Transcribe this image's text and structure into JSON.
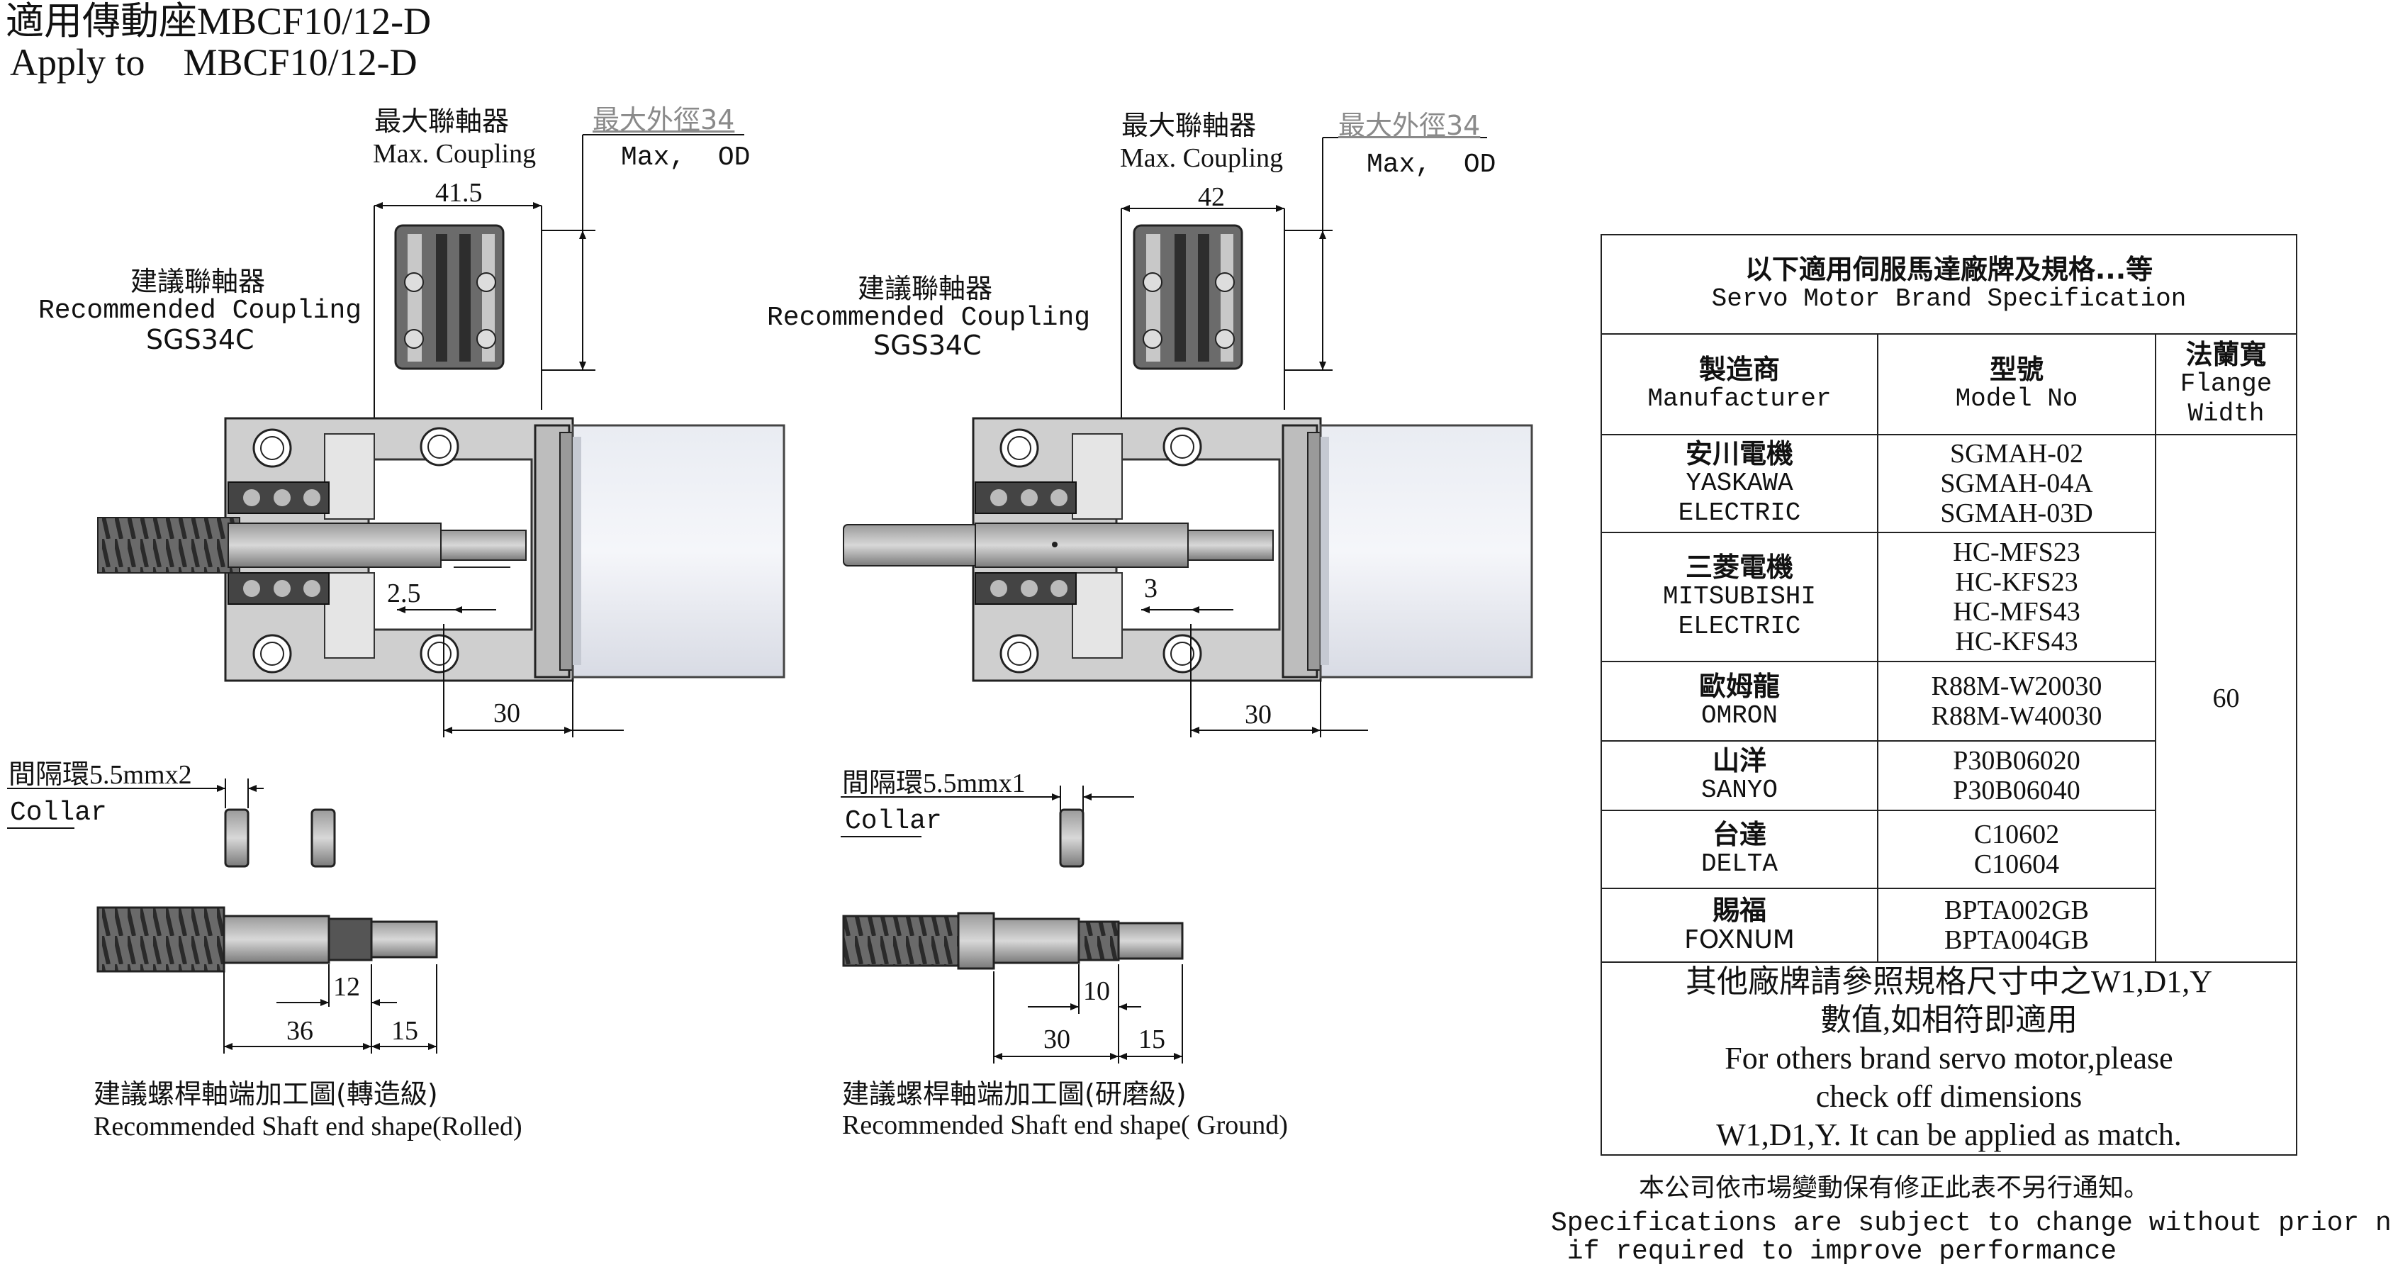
{
  "header": {
    "title_zh": "適用傳動座MBCF10/12-D",
    "title_en": "Apply to    MBCF10/12-D"
  },
  "left_view": {
    "max_coupling_zh": "最大聯軸器",
    "max_coupling_en": "Max. Coupling",
    "max_od_zh": "最大外徑34",
    "max_od_en": "Max,  OD",
    "coupling_width": "41.5",
    "rec_coupling_zh": "建議聯軸器",
    "rec_coupling_en": "Recommended Coupling",
    "rec_coupling_model": "SGS34C",
    "gap_dim": "2.5",
    "depth_dim": "30",
    "collar_zh": "間隔環5.5mmx2",
    "collar_en": "Collar",
    "shaft_dim_a": "12",
    "shaft_dim_b": "36",
    "shaft_dim_c": "15",
    "caption_zh": "建議螺桿軸端加工圖(轉造級)",
    "caption_en": "Recommended Shaft end shape(Rolled)"
  },
  "right_view": {
    "max_coupling_zh": "最大聯軸器",
    "max_coupling_en": "Max. Coupling",
    "max_od_zh": "最大外徑34",
    "max_od_en": "Max,  OD",
    "coupling_width": "42",
    "rec_coupling_zh": "建議聯軸器",
    "rec_coupling_en": "Recommended Coupling",
    "rec_coupling_model": "SGS34C",
    "gap_dim": "3",
    "depth_dim": "30",
    "collar_zh": "間隔環5.5mmx1",
    "collar_en": "Collar",
    "shaft_dim_a": "10",
    "shaft_dim_b": "30",
    "shaft_dim_c": "15",
    "caption_zh": "建議螺桿軸端加工圖(研磨級)",
    "caption_en": "Recommended Shaft end shape( Ground)"
  },
  "table": {
    "title_zh": "以下適用伺服馬達廠牌及規格...等",
    "title_en": "Servo Motor Brand Specification",
    "col_manufacturer_zh": "製造商",
    "col_manufacturer_en": "Manufacturer",
    "col_model_zh": "型號",
    "col_model_en": "Model No",
    "col_flange_zh": "法蘭寬",
    "col_flange_en1": "Flange",
    "col_flange_en2": "Width",
    "flange_value": "60",
    "rows": [
      {
        "zh": "安川電機",
        "en1": "YASKAWA",
        "en2": "ELECTRIC",
        "models": [
          "SGMAH-02",
          "SGMAH-04A",
          "SGMAH-03D"
        ]
      },
      {
        "zh": "三菱電機",
        "en1": "MITSUBISHI",
        "en2": "ELECTRIC",
        "models": [
          "HC-MFS23",
          "HC-KFS23",
          "HC-MFS43",
          "HC-KFS43"
        ]
      },
      {
        "zh": "歐姆龍",
        "en1": "OMRON",
        "en2": "",
        "models": [
          "R88M-W20030",
          "R88M-W40030"
        ]
      },
      {
        "zh": "山洋",
        "en1": "SANYO",
        "en2": "",
        "models": [
          "P30B06020",
          "P30B06040"
        ]
      },
      {
        "zh": "台達",
        "en1": "DELTA",
        "en2": "",
        "models": [
          "C10602",
          "C10604"
        ]
      },
      {
        "zh": "賜福",
        "en1": "FOXNUM",
        "en2": "",
        "models": [
          "BPTA002GB",
          "BPTA004GB"
        ]
      }
    ],
    "note_lines": [
      "其他廠牌請參照規格尺寸中之W1,D1,Y",
      "數值,如相符即適用",
      "For others brand servo motor,please",
      "check off dimensions",
      "W1,D1,Y. It can be applied as match."
    ]
  },
  "footer": {
    "notice_zh": "本公司依市場變動保有修正此表不另行通知。",
    "notice_en1": "Specifications are subject to change without prior notice",
    "notice_en2": " if required to improve performance"
  }
}
